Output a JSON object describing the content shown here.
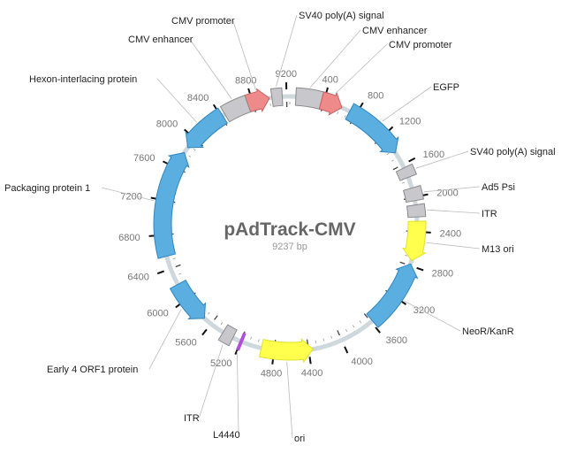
{
  "plasmid": {
    "name": "pAdTrack-CMV",
    "length_label": "9237 bp",
    "length": 9237
  },
  "colors": {
    "backbone": "#cfd8dc",
    "blue_feature": "#5aaee0",
    "blue_stroke": "#2f86c0",
    "gray_feature": "#c8c8cc",
    "gray_stroke": "#8a8a8f",
    "red_feature": "#ef8a8a",
    "red_stroke": "#c96060",
    "yellow_feature": "#ffff4d",
    "yellow_stroke": "#e0e030",
    "purple_feature": "#b04fd8"
  },
  "ticks": [
    {
      "label": "400",
      "bp": 400
    },
    {
      "label": "800",
      "bp": 800
    },
    {
      "label": "1200",
      "bp": 1200
    },
    {
      "label": "1600",
      "bp": 1600
    },
    {
      "label": "2000",
      "bp": 2000
    },
    {
      "label": "2400",
      "bp": 2400
    },
    {
      "label": "2800",
      "bp": 2800
    },
    {
      "label": "3200",
      "bp": 3200
    },
    {
      "label": "3600",
      "bp": 3600
    },
    {
      "label": "4000",
      "bp": 4000
    },
    {
      "label": "4400",
      "bp": 4400
    },
    {
      "label": "4800",
      "bp": 4800
    },
    {
      "label": "5200",
      "bp": 5200
    },
    {
      "label": "5600",
      "bp": 5600
    },
    {
      "label": "6000",
      "bp": 6000
    },
    {
      "label": "6400",
      "bp": 6400
    },
    {
      "label": "6800",
      "bp": 6800
    },
    {
      "label": "7200",
      "bp": 7200
    },
    {
      "label": "7600",
      "bp": 7600
    },
    {
      "label": "8000",
      "bp": 8000
    },
    {
      "label": "8400",
      "bp": 8400
    },
    {
      "label": "8800",
      "bp": 8800
    },
    {
      "label": "9200",
      "bp": 9200
    }
  ],
  "features": [
    {
      "name": "CMV promoter",
      "slug": "cmv-promoter-1",
      "start": 8740,
      "end": 9000,
      "type": "arrow",
      "color": "red",
      "dir": 1
    },
    {
      "name": "CMV enhancer",
      "slug": "cmv-enhancer-1",
      "start": 8450,
      "end": 8740,
      "type": "box",
      "color": "gray"
    },
    {
      "name": "Hexon-interlacing protein",
      "slug": "hexon-interlacing-protein",
      "start": 7870,
      "end": 8420,
      "type": "arrow",
      "color": "blue",
      "dir": -1
    },
    {
      "name": "Packaging protein 1",
      "slug": "packaging-protein-1",
      "start": 6550,
      "end": 7800,
      "type": "arrow",
      "color": "blue",
      "dir": 1
    },
    {
      "name": "Early 4 ORF1 protein",
      "slug": "early-4-orf1-protein",
      "start": 5700,
      "end": 6200,
      "type": "arrow",
      "color": "blue",
      "dir": -1
    },
    {
      "name": "ITR",
      "slug": "itr-left",
      "start": 5300,
      "end": 5430,
      "type": "box",
      "color": "gray"
    },
    {
      "name": "L4440",
      "slug": "l4440",
      "start": 5180,
      "end": 5210,
      "type": "box",
      "color": "purple"
    },
    {
      "name": "ori",
      "slug": "ori-left",
      "start": 4350,
      "end": 4950,
      "type": "arrow",
      "color": "yellow",
      "dir": -1
    },
    {
      "name": "SV40 poly(A) signal",
      "slug": "sv40-polya-signal-top",
      "start": 9030,
      "end": 9150,
      "type": "box",
      "color": "gray"
    },
    {
      "name": "CMV enhancer",
      "slug": "cmv-enhancer-2",
      "start": 70,
      "end": 370,
      "type": "box",
      "color": "gray"
    },
    {
      "name": "CMV promoter",
      "slug": "cmv-promoter-2",
      "start": 370,
      "end": 620,
      "type": "arrow",
      "color": "red",
      "dir": 1
    },
    {
      "name": "EGFP",
      "slug": "egfp",
      "start": 720,
      "end": 1440,
      "type": "arrow",
      "color": "blue",
      "dir": 1
    },
    {
      "name": "SV40 poly(A) signal",
      "slug": "sv40-polya-signal-right",
      "start": 1640,
      "end": 1760,
      "type": "box",
      "color": "gray"
    },
    {
      "name": "Ad5 Psi",
      "slug": "ad5-psi",
      "start": 1890,
      "end": 2040,
      "type": "box",
      "color": "gray"
    },
    {
      "name": "ITR",
      "slug": "itr-right",
      "start": 2090,
      "end": 2230,
      "type": "box",
      "color": "gray"
    },
    {
      "name": "M13 ori",
      "slug": "m13-ori",
      "start": 2280,
      "end": 2740,
      "type": "arrow",
      "color": "yellow",
      "dir": 1
    },
    {
      "name": "NeoR/KanR",
      "slug": "neor-kanr",
      "start": 2780,
      "end": 3580,
      "type": "arrow",
      "color": "blue",
      "dir": -1
    }
  ],
  "labels": [
    {
      "text": "CMV promoter",
      "slug": "cmv-promoter-1"
    },
    {
      "text": "CMV enhancer",
      "slug": "cmv-enhancer-1"
    },
    {
      "text": "Hexon-interlacing protein",
      "slug": "hexon-interlacing-protein"
    },
    {
      "text": "Packaging protein 1",
      "slug": "packaging-protein-1"
    },
    {
      "text": "Early 4 ORF1 protein",
      "slug": "early-4-orf1-protein"
    },
    {
      "text": "ITR",
      "slug": "itr-left"
    },
    {
      "text": "L4440",
      "slug": "l4440"
    },
    {
      "text": "ori",
      "slug": "ori-left"
    },
    {
      "text": "SV40 poly(A) signal",
      "slug": "sv40-polya-signal-top"
    },
    {
      "text": "CMV enhancer",
      "slug": "cmv-enhancer-2"
    },
    {
      "text": "CMV promoter",
      "slug": "cmv-promoter-2"
    },
    {
      "text": "EGFP",
      "slug": "egfp"
    },
    {
      "text": "SV40 poly(A) signal",
      "slug": "sv40-polya-signal-right"
    },
    {
      "text": "Ad5 Psi",
      "slug": "ad5-psi"
    },
    {
      "text": "ITR",
      "slug": "itr-right"
    },
    {
      "text": "M13 ori",
      "slug": "m13-ori"
    },
    {
      "text": "NeoR/KanR",
      "slug": "neor-kanr"
    }
  ]
}
